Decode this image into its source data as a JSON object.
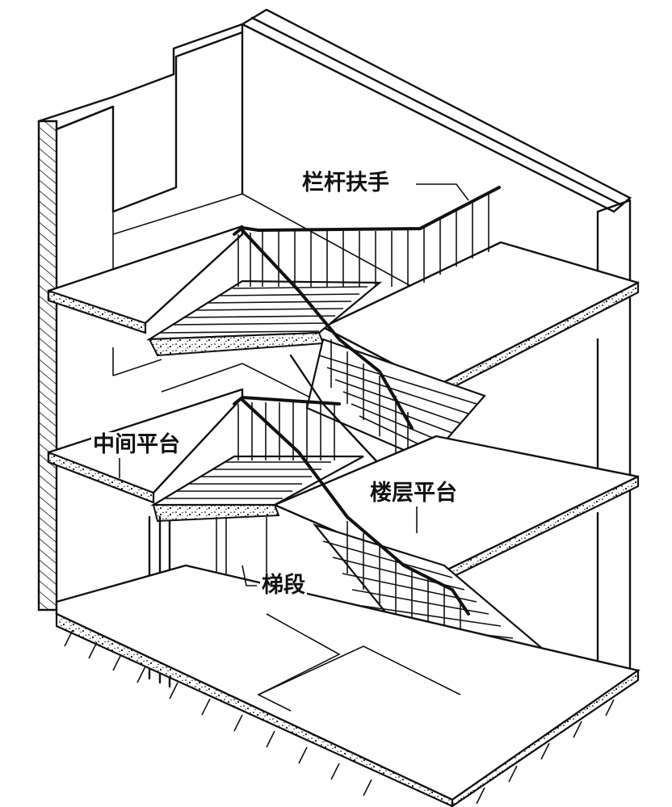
{
  "labels": {
    "railing": "栏杆扶手",
    "middle_landing": "中间平台",
    "floor_landing": "楼层平台",
    "stair_flight": "梯段"
  }
}
